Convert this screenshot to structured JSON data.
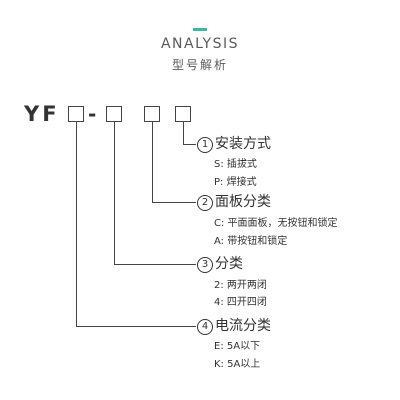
{
  "header": {
    "title_en": "ANALYSIS",
    "title_zh": "型号解析",
    "accent_color": "#3bb8a2"
  },
  "model": {
    "prefix": "YF",
    "separator": "-"
  },
  "sections": [
    {
      "number": "1",
      "title": "安装方式",
      "items": [
        "S:  插拔式",
        "P:  焊接式"
      ]
    },
    {
      "number": "2",
      "title": "面板分类",
      "items": [
        "C:  平面面板，无按钮和锁定",
        "A:  带按钮和锁定"
      ]
    },
    {
      "number": "3",
      "title": "分类",
      "items": [
        "2:  两开两闭",
        "4:  四开四闭"
      ]
    },
    {
      "number": "4",
      "title": "电流分类",
      "items": [
        "E:  5A以下",
        "K:  5A以上"
      ]
    }
  ]
}
